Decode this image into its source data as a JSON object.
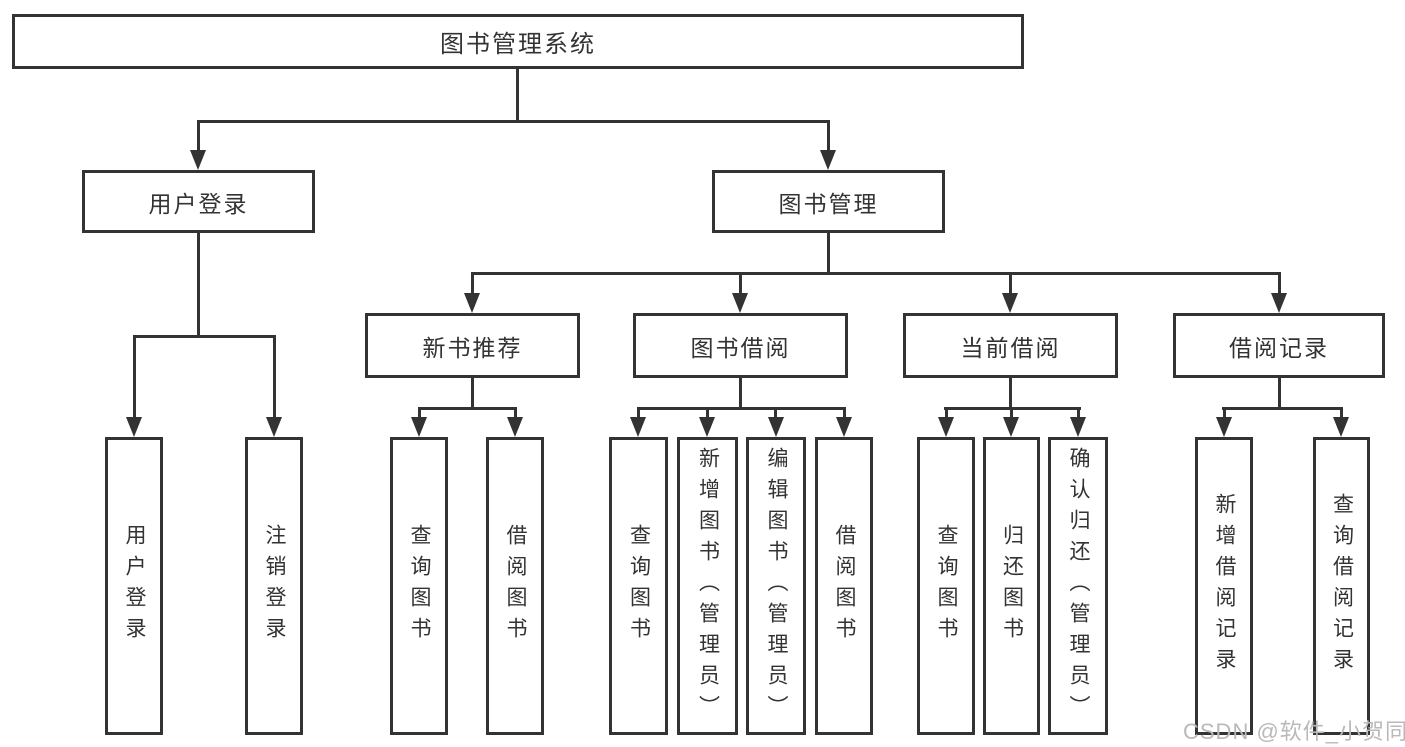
{
  "colors": {
    "line": "#333333",
    "text": "#333333",
    "background": "#ffffff",
    "watermark": "#b9b9b9"
  },
  "watermark": {
    "text": "CSDN @软件_小贺同学"
  },
  "tree": {
    "root": {
      "label": "图书管理系统"
    },
    "level2": [
      {
        "label": "用户登录"
      },
      {
        "label": "图书管理"
      }
    ],
    "level3": [
      {
        "label": "新书推荐"
      },
      {
        "label": "图书借阅"
      },
      {
        "label": "当前借阅"
      },
      {
        "label": "借阅记录"
      }
    ],
    "leaves": {
      "user_login": [
        {
          "label": "用户登录"
        },
        {
          "label": "注销登录"
        }
      ],
      "new_book": [
        {
          "label": "查询图书"
        },
        {
          "label": "借阅图书"
        }
      ],
      "book_borrow": [
        {
          "label": "查询图书"
        },
        {
          "label": "新增图书（管理员）"
        },
        {
          "label": "编辑图书（管理员）"
        },
        {
          "label": "借阅图书"
        }
      ],
      "current_borrow": [
        {
          "label": "查询图书"
        },
        {
          "label": "归还图书"
        },
        {
          "label": "确认归还（管理员）"
        }
      ],
      "borrow_record": [
        {
          "label": "新增借阅记录"
        },
        {
          "label": "查询借阅记录"
        }
      ]
    }
  }
}
